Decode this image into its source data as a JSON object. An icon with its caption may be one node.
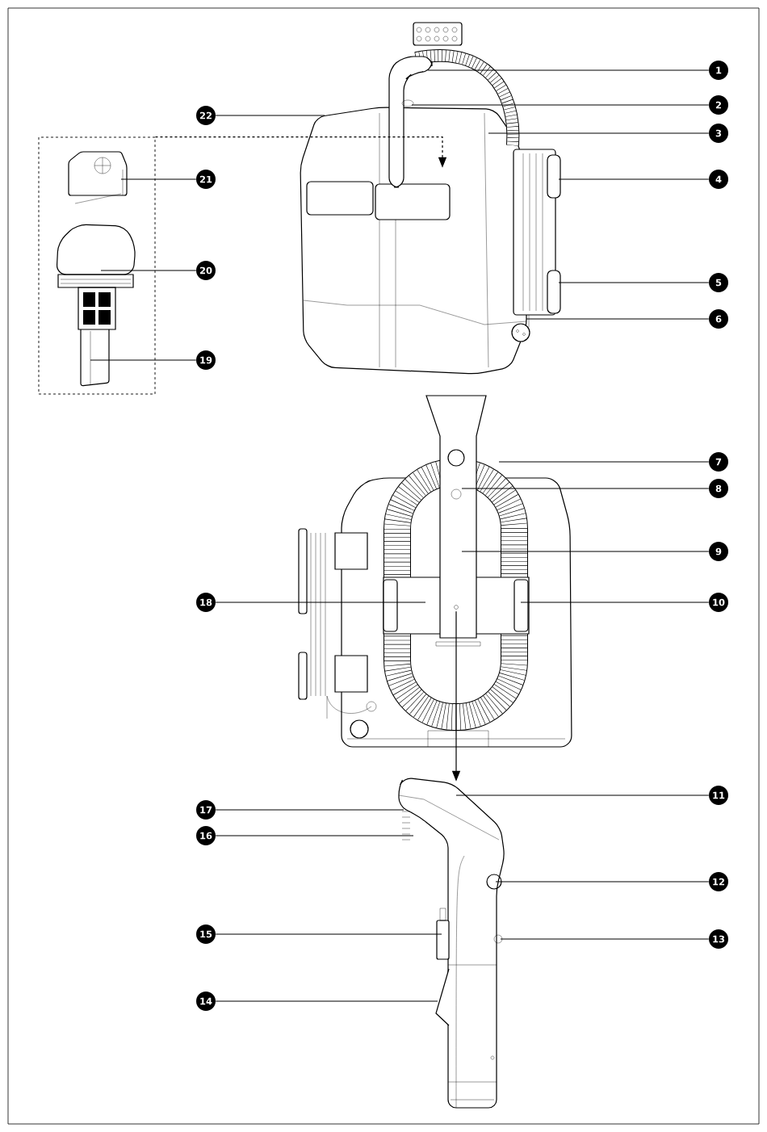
{
  "diagram": {
    "nodes": [
      {
        "text": [],
        "shape": "picture"
      },
      {
        "text": [],
        "shape": "box"
      },
      {
        "text": [],
        "shape": "picture"
      },
      {
        "text": [],
        "shape": "picture"
      },
      {
        "text": [
          "1"
        ]
      },
      {
        "text": [
          "2"
        ]
      },
      {
        "text": [
          "3"
        ]
      },
      {
        "text": [
          "4"
        ]
      },
      {
        "text": [
          "5"
        ]
      },
      {
        "text": [
          "6"
        ]
      },
      {
        "text": [
          "7"
        ]
      },
      {
        "text": [
          "8"
        ]
      },
      {
        "text": [
          "9"
        ]
      },
      {
        "text": [
          "10"
        ]
      },
      {
        "text": [
          "11"
        ]
      },
      {
        "text": [
          "12"
        ]
      },
      {
        "text": [
          "13"
        ]
      },
      {
        "text": [
          "14"
        ]
      },
      {
        "text": [
          "15"
        ]
      },
      {
        "text": [
          "16"
        ]
      },
      {
        "text": [
          "17"
        ]
      },
      {
        "text": [
          "18"
        ]
      },
      {
        "text": [
          "19"
        ]
      },
      {
        "text": [
          "20"
        ]
      },
      {
        "text": [
          "21"
        ]
      },
      {
        "text": [
          "22"
        ]
      }
    ],
    "edges": [
      {
        "from": 1,
        "to": 0,
        "arrow": "to",
        "style": "dashed"
      },
      {
        "from": 2,
        "to": 3,
        "arrow": "to"
      },
      {
        "from": 4,
        "to": 0,
        "arrow": "none"
      },
      {
        "from": 5,
        "to": 0,
        "arrow": "none"
      },
      {
        "from": 6,
        "to": 0,
        "arrow": "none"
      },
      {
        "from": 7,
        "to": 0,
        "arrow": "none"
      },
      {
        "from": 8,
        "to": 0,
        "arrow": "none"
      },
      {
        "from": 9,
        "to": 0,
        "arrow": "none"
      },
      {
        "from": 10,
        "to": 2,
        "arrow": "none"
      },
      {
        "from": 11,
        "to": 2,
        "arrow": "none"
      },
      {
        "from": 12,
        "to": 2,
        "arrow": "none"
      },
      {
        "from": 13,
        "to": 2,
        "arrow": "none"
      },
      {
        "from": 14,
        "to": 3,
        "arrow": "none"
      },
      {
        "from": 15,
        "to": 3,
        "arrow": "none"
      },
      {
        "from": 16,
        "to": 3,
        "arrow": "none"
      },
      {
        "from": 17,
        "to": 3,
        "arrow": "none"
      },
      {
        "from": 18,
        "to": 3,
        "arrow": "none"
      },
      {
        "from": 19,
        "to": 3,
        "arrow": "none"
      },
      {
        "from": 20,
        "to": 3,
        "arrow": "none"
      },
      {
        "from": 21,
        "to": 2,
        "arrow": "none"
      },
      {
        "from": 22,
        "to": 1,
        "arrow": "none"
      },
      {
        "from": 23,
        "to": 1,
        "arrow": "none"
      },
      {
        "from": 24,
        "to": 1,
        "arrow": "none"
      },
      {
        "from": 25,
        "to": 0,
        "arrow": "none"
      }
    ]
  }
}
